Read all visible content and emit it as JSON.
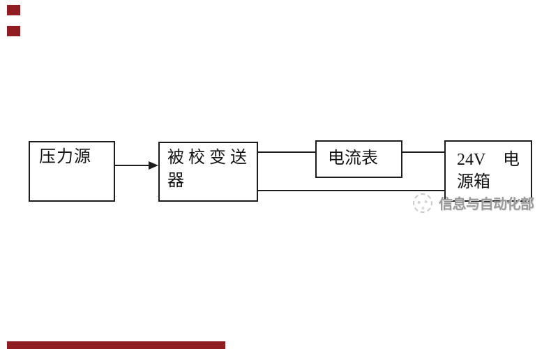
{
  "page": {
    "background_color": "#ffffff",
    "type": "calibration-wiring-diagram"
  },
  "decor": {
    "accent_color": "#8f1d21",
    "top_marker_count": 2,
    "has_footer_bar": true
  },
  "diagram": {
    "line_color": "#1c1c1c",
    "boxes": [
      {
        "name": "pressure-source",
        "label": "压力源",
        "lines": [
          "压力源"
        ]
      },
      {
        "name": "transmitter-under-test",
        "label": "被校变送器",
        "lines": [
          "被校变送",
          "器"
        ]
      },
      {
        "name": "ammeter",
        "label": "电流表",
        "lines": [
          "电流表"
        ]
      },
      {
        "name": "power-supply-box",
        "label": "24V 电源箱",
        "lines": [
          "24V 电",
          "源箱"
        ]
      }
    ],
    "connections": [
      {
        "from": "pressure-source",
        "to": "transmitter-under-test",
        "style": "arrow"
      },
      {
        "from": "transmitter-under-test",
        "to": "ammeter",
        "style": "line"
      },
      {
        "from": "ammeter",
        "to": "power-supply-box",
        "style": "line"
      },
      {
        "from": "transmitter-under-test",
        "to": "power-supply-box",
        "style": "line"
      }
    ]
  },
  "watermark": {
    "text": "信息与自动化部",
    "color": "#9a9a9a",
    "logo": "sketch-circle-logo"
  }
}
